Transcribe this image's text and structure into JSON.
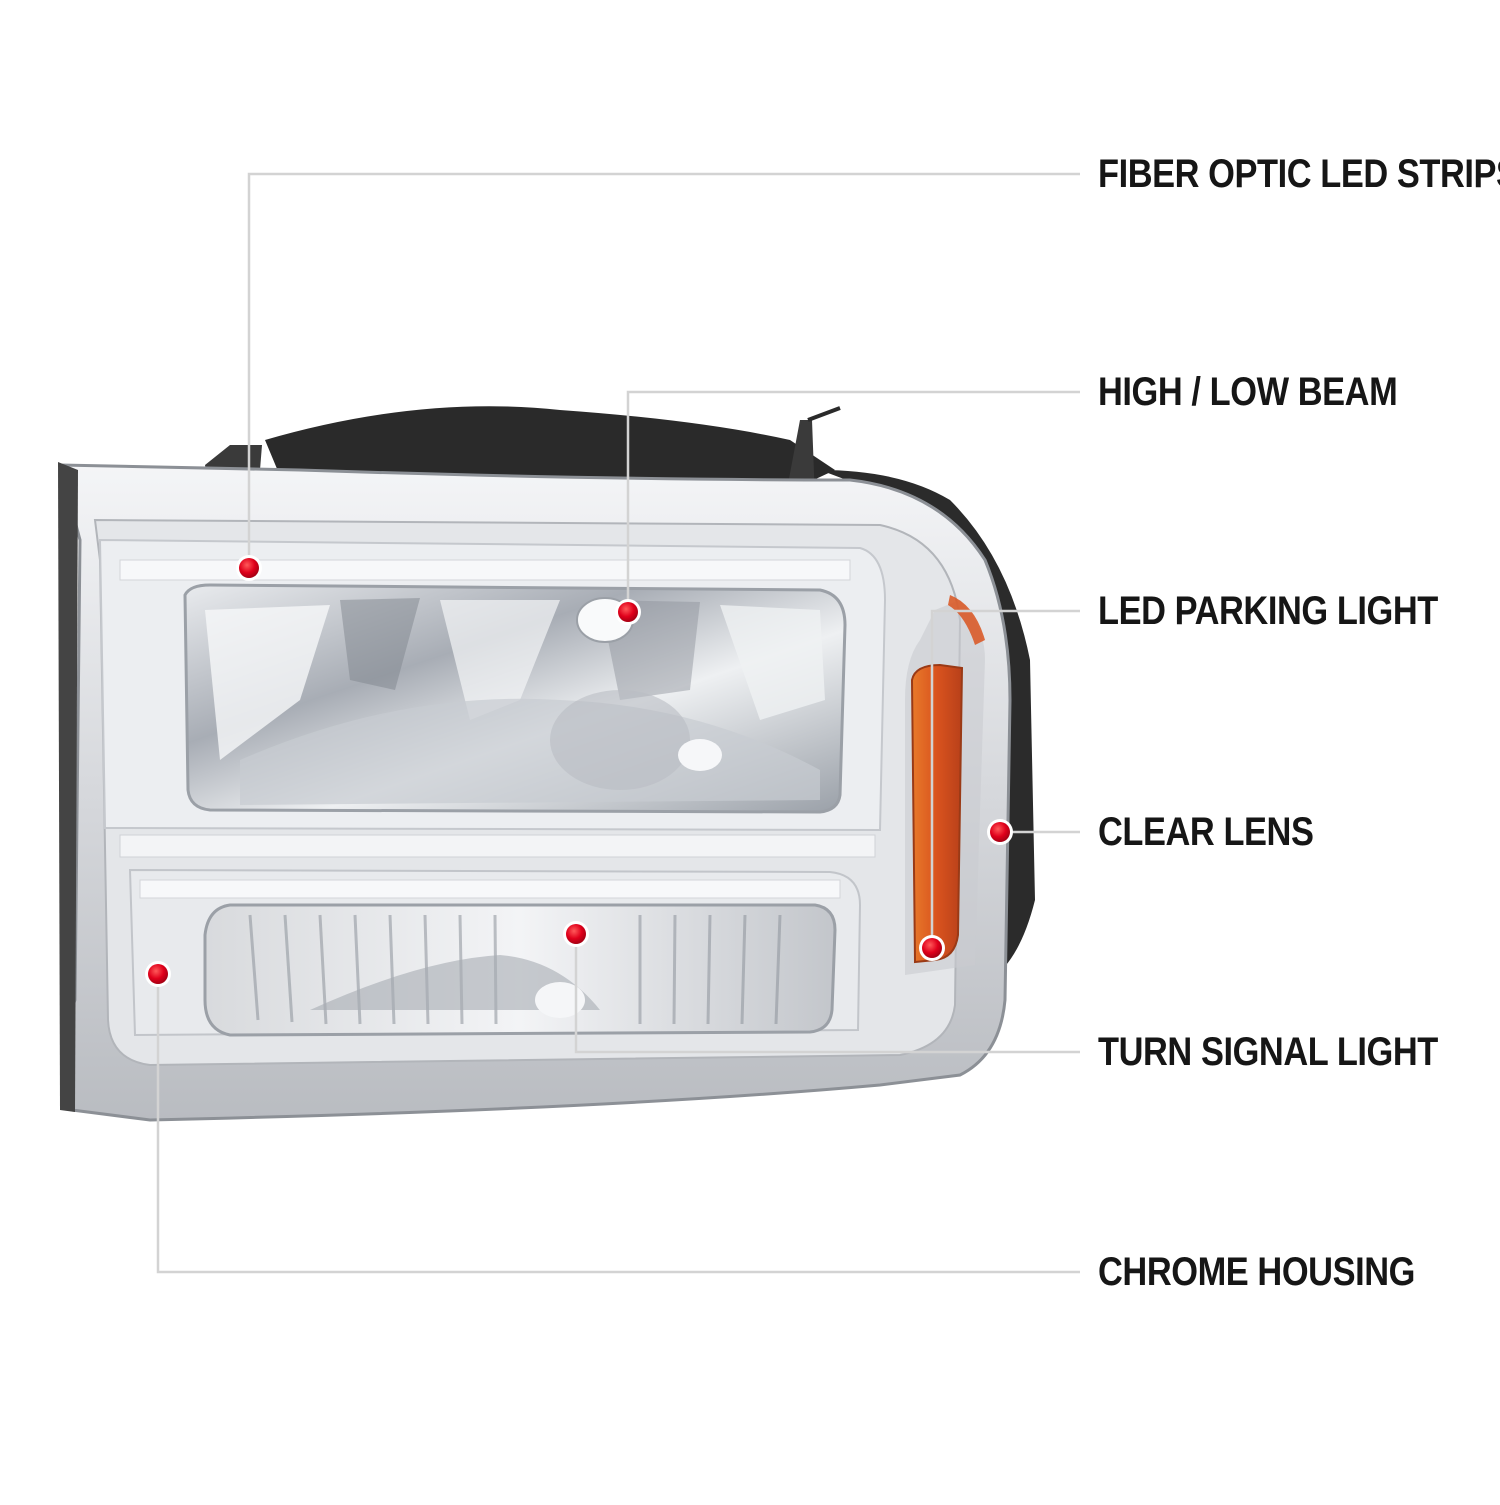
{
  "callouts": [
    {
      "id": "fiber",
      "label": "FIBER OPTIC LED STRIPS"
    },
    {
      "id": "beam",
      "label": "HIGH / LOW BEAM"
    },
    {
      "id": "parking",
      "label": "LED PARKING LIGHT"
    },
    {
      "id": "lens",
      "label": "CLEAR LENS"
    },
    {
      "id": "turn",
      "label": "TURN SIGNAL LIGHT"
    },
    {
      "id": "housing",
      "label": "CHROME HOUSING"
    }
  ],
  "colors": {
    "background": "#ffffff",
    "leader_line": "#d3d3d3",
    "marker_dot": "#e0001b",
    "amber_reflector": "#d9531e",
    "housing_black": "#2a2a2a",
    "chrome": "#dcdde0",
    "label_text": "#161616"
  }
}
